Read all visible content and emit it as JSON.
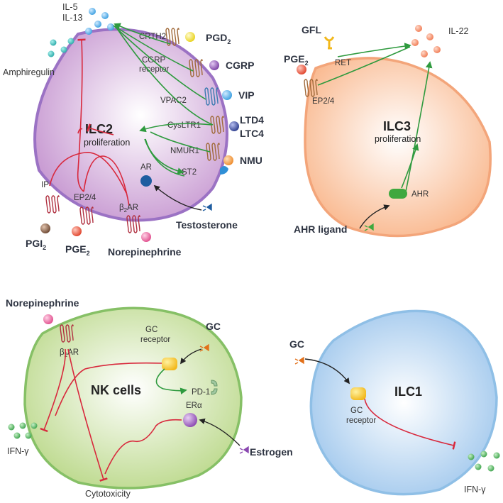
{
  "panel_ilc2": {
    "cell_name": "ILC2",
    "cell_sub": "proliferation",
    "cytokine_il5": "IL-5",
    "cytokine_il13": "IL-13",
    "amphiregulin": "Amphiregulin",
    "ligand_pgd2": "PGD",
    "ligand_pgd2_sub": "2",
    "ligand_cgrp": "CGRP",
    "ligand_vip": "VIP",
    "ligand_ltd4": "LTD4",
    "ligand_ltc4": "LTC4",
    "ligand_nmu": "NMU",
    "ligand_testosterone": "Testosterone",
    "ligand_norepinephrine": "Norepinephrine",
    "ligand_pgi2": "PGI",
    "ligand_pgi2_sub": "2",
    "ligand_pge2": "PGE",
    "ligand_pge2_sub": "2",
    "receptor_crth2": "CRTH2",
    "receptor_cgrp_1": "CGRP",
    "receptor_cgrp_2": "receptor",
    "receptor_vpac2": "VPAC2",
    "receptor_cysltr1": "CysLTR1",
    "receptor_nmur1": "NMUR1",
    "receptor_st2": "ST2",
    "receptor_ar": "AR",
    "receptor_ip": "IP",
    "receptor_ep24": "EP2/4",
    "receptor_b2ar_pre": "β",
    "receptor_b2ar_sub": "2",
    "receptor_b2ar_post": "AR"
  },
  "panel_ilc3": {
    "cell_name": "ILC3",
    "cell_sub": "proliferation",
    "ligand_gfl": "GFL",
    "ligand_pge2": "PGE",
    "ligand_pge2_sub": "2",
    "receptor_ret": "RET",
    "receptor_ep24": "EP2/4",
    "cytokine_il22": "IL-22",
    "receptor_ahr": "AHR",
    "ligand_ahr": "AHR ligand"
  },
  "panel_nk": {
    "cell_name": "NK cells",
    "ligand_norepinephrine": "Norepinephrine",
    "receptor_b2ar_pre": "β",
    "receptor_b2ar_sub": "2",
    "receptor_b2ar_post": "AR",
    "ligand_gc": "GC",
    "receptor_gc_1": "GC",
    "receptor_gc_2": "receptor",
    "receptor_pd1": "PD-1",
    "receptor_era": "ERα",
    "ligand_estrogen": "Estrogen",
    "output_ifng": "IFN-γ",
    "output_cytotoxicity": "Cytotoxicity"
  },
  "panel_ilc1": {
    "cell_name": "ILC1",
    "ligand_gc": "GC",
    "receptor_gc_1": "GC",
    "receptor_gc_2": "receptor",
    "output_ifng": "IFN-γ"
  },
  "colors": {
    "activation_arrow": "#2e9a3e",
    "inhibition_line": "#d8283c",
    "ilc2_fill": "#cfa6d6",
    "ilc3_fill": "#fbc09a",
    "nk_fill": "#c7df9c",
    "ilc1_fill": "#a9cdee"
  }
}
